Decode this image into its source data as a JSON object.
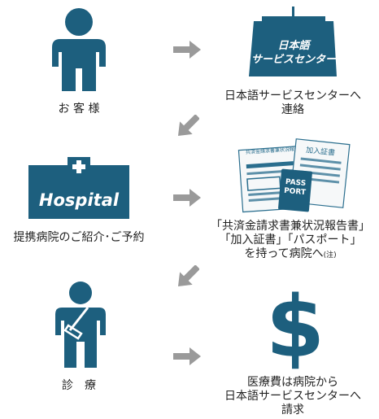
{
  "colors": {
    "icon": "#1d5f7e",
    "arrow": "#9a9a9a",
    "document": "#2a6e8e",
    "text": "#222222"
  },
  "steps": [
    {
      "icon": "customer-person-icon",
      "label_lines": [
        "お 客 様"
      ]
    },
    {
      "icon": "japanese-service-center-icon",
      "badge_lines": [
        "日本語",
        "サービスセンター"
      ],
      "label_lines": [
        "日本語サービスセンターへ",
        "連絡"
      ]
    },
    {
      "icon": "hospital-building-icon",
      "badge": "Hospital",
      "label_lines": [
        "提携病院のご紹介･ご予約"
      ]
    },
    {
      "icon": "documents-passport-icon",
      "doc_titles": [
        "共済金請求書兼状況報告書",
        "加入証書"
      ],
      "passport_lines": [
        "PASS",
        "PORT"
      ],
      "label_lines": [
        "「共済金請求書兼状況報告書」",
        "「加入証書」「パスポート」",
        "を持って病院へ"
      ],
      "note": "(注)"
    },
    {
      "icon": "injured-patient-icon",
      "label_lines": [
        "診　療"
      ]
    },
    {
      "icon": "dollar-sign-icon",
      "symbol": "$",
      "label_lines": [
        "医療費は病院から",
        "日本語サービスセンターへ",
        "請求"
      ]
    }
  ]
}
